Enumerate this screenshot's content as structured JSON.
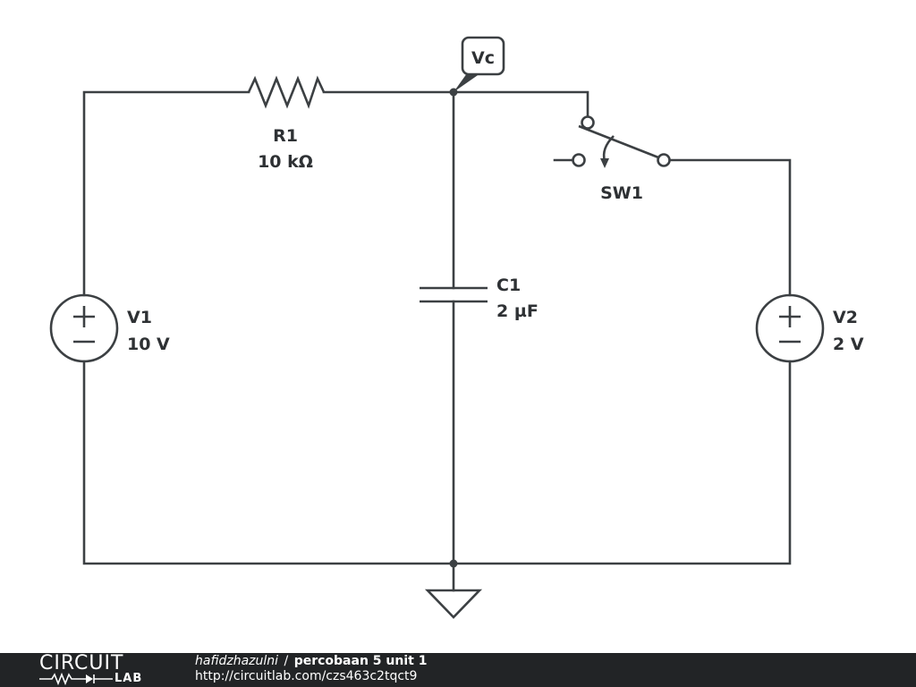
{
  "components": {
    "r1": {
      "name": "R1",
      "value": "10 kΩ"
    },
    "c1": {
      "name": "C1",
      "value": "2 µF"
    },
    "v1": {
      "name": "V1",
      "value": "10 V"
    },
    "v2": {
      "name": "V2",
      "value": "2 V"
    },
    "sw1": {
      "name": "SW1"
    }
  },
  "probe": {
    "label": "Vc"
  },
  "footer": {
    "logo_top": "CIRCUIT",
    "logo_bottom": "LAB",
    "author": "hafidzhazulni",
    "separator": "/",
    "project": "percobaan 5 unit 1",
    "url": "http://circuitlab.com/czs463c2tqct9"
  },
  "colors": {
    "wire": "#3c4043",
    "footer_bg": "#222426"
  }
}
